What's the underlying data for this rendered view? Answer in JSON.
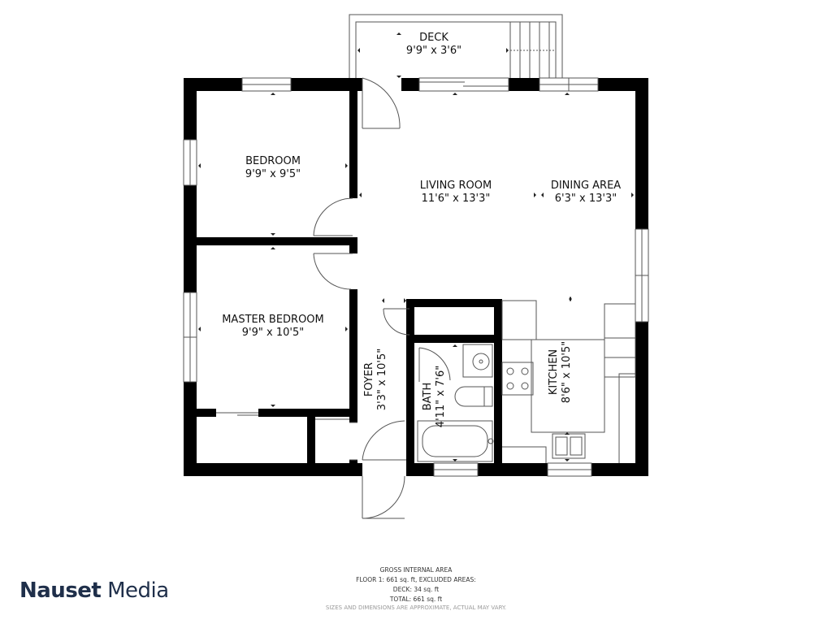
{
  "rooms": {
    "deck": {
      "name": "DECK",
      "dims": "9'9\" x 3'6\""
    },
    "bedroom": {
      "name": "BEDROOM",
      "dims": "9'9\" x 9'5\""
    },
    "living": {
      "name": "LIVING ROOM",
      "dims": "11'6\" x 13'3\""
    },
    "dining": {
      "name": "DINING AREA",
      "dims": "6'3\" x 13'3\""
    },
    "master": {
      "name": "MASTER BEDROOM",
      "dims": "9'9\" x 10'5\""
    },
    "foyer": {
      "name": "FOYER",
      "dims": "3'3\" x 10'5\""
    },
    "bath": {
      "name": "BATH",
      "dims": "4'11\" x 7'6\""
    },
    "kitchen": {
      "name": "KITCHEN",
      "dims": "8'6\" x 10'5\""
    }
  },
  "area": {
    "heading": "GROSS INTERNAL AREA",
    "floor": "FLOOR 1: 661 sq. ft, EXCLUDED AREAS:",
    "deck": "DECK: 34 sq. ft",
    "total": "TOTAL: 661 sq. ft",
    "disclaimer": "SIZES AND DIMENSIONS ARE APPROXIMATE, ACTUAL MAY VARY."
  },
  "brand": {
    "bold": "Nauset",
    "light": " Media",
    "color": "#1f2f4a"
  },
  "colors": {
    "wall": "#000000",
    "line": "#555555",
    "background": "#ffffff"
  }
}
